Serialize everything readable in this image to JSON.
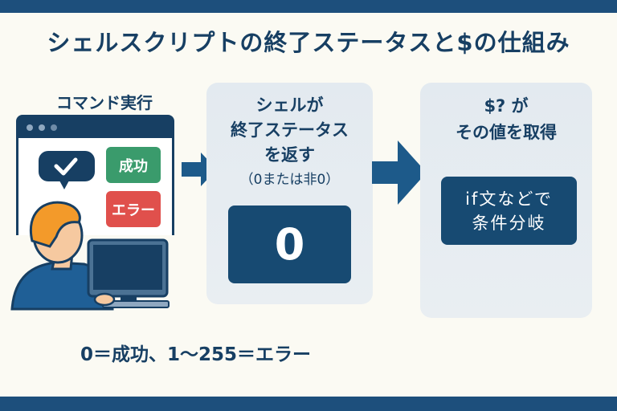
{
  "title": "シェルスクリプトの終了ステータスと$の仕組み",
  "step1": {
    "heading": "コマンド実行",
    "success_label": "成功",
    "error_label": "エラー"
  },
  "step2": {
    "line1": "シェルが",
    "line2": "終了ステータス",
    "line3": "を返す",
    "note": "（0または非0）",
    "value": "0"
  },
  "step3": {
    "line1": "$? が",
    "line2": "その値を取得",
    "box_line1": "if文などで",
    "box_line2": "条件分岐"
  },
  "footer": "0＝成功、1〜255＝エラー",
  "colors": {
    "navy": "#173f63",
    "arrow": "#1d5a8a",
    "success": "#3a9b6c",
    "error": "#e0504c"
  }
}
